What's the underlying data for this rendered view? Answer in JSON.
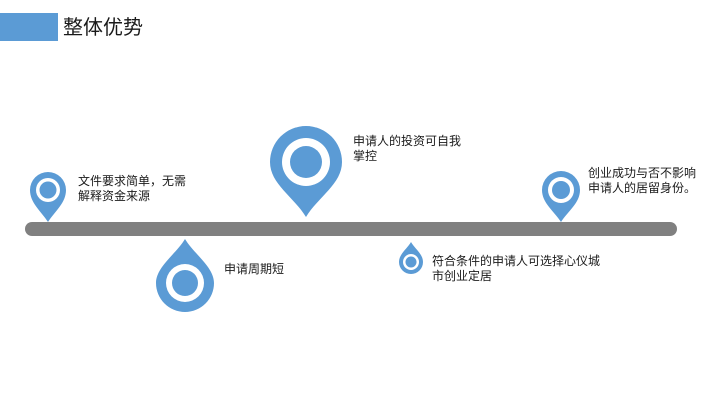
{
  "title": "整体优势",
  "colors": {
    "accent": "#5b9bd5",
    "timeline": "#808080",
    "text": "#1a1a1a"
  },
  "items": [
    {
      "text": "文件要求简单，无需解释资金来源",
      "icon": "map-pin-icon"
    },
    {
      "text": "申请周期短",
      "icon": "drop-marker-icon"
    },
    {
      "text": "申请人的投资可自我掌控",
      "icon": "map-pin-icon"
    },
    {
      "text": "符合条件的申请人可选择心仪城市创业定居",
      "icon": "drop-marker-icon"
    },
    {
      "text": "创业成功与否不影响申请人的居留身份。",
      "icon": "map-pin-icon"
    }
  ]
}
